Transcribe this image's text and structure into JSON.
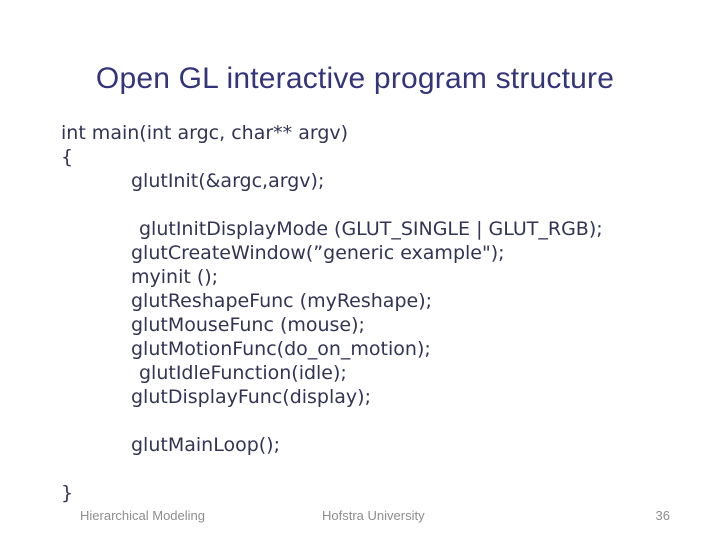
{
  "slide": {
    "title": "Open GL interactive program structure",
    "code_lines": [
      {
        "text": "int main(int argc, char** argv)",
        "indent": 0
      },
      {
        "text": "{",
        "indent": 0
      },
      {
        "text": "glutInit(&argc,argv);",
        "indent": 1
      },
      {
        "text": "",
        "indent": 0
      },
      {
        "text": "glutInitDisplayMode (GLUT_SINGLE | GLUT_RGB);",
        "indent": 2
      },
      {
        "text": "glutCreateWindow(”generic example\");",
        "indent": 1
      },
      {
        "text": "myinit ();",
        "indent": 1
      },
      {
        "text": "glutReshapeFunc (myReshape);",
        "indent": 1
      },
      {
        "text": "glutMouseFunc (mouse);",
        "indent": 1
      },
      {
        "text": "glutMotionFunc(do_on_motion);",
        "indent": 1
      },
      {
        "text": "glutIdleFunction(idle);",
        "indent": 2
      },
      {
        "text": "glutDisplayFunc(display);",
        "indent": 1
      },
      {
        "text": "",
        "indent": 0
      },
      {
        "text": "glutMainLoop();",
        "indent": 1
      },
      {
        "text": "",
        "indent": 0
      },
      {
        "text": "}",
        "indent": 0
      }
    ],
    "footer": {
      "left": "Hierarchical Modeling",
      "center": "Hofstra University",
      "page_number": "36"
    },
    "colors": {
      "background": "#ffffff",
      "title": "#34347c",
      "code": "#333355",
      "footer": "#8e8e8e"
    }
  }
}
